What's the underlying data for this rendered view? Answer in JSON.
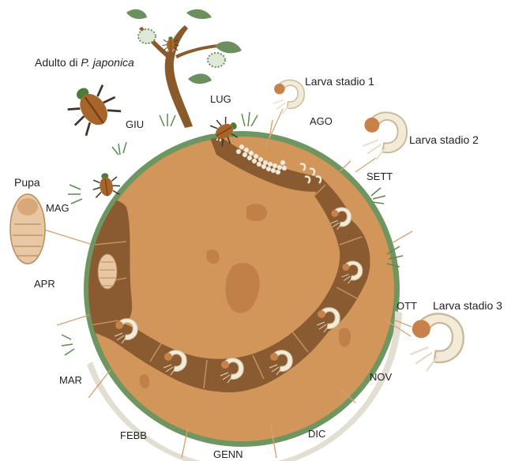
{
  "months": {
    "giu": "GIU",
    "lug": "LUG",
    "ago": "AGO",
    "sett": "SETT",
    "ott": "OTT",
    "nov": "NOV",
    "dic": "DIC",
    "genn": "GENN",
    "febb": "FEBB",
    "mar": "MAR",
    "apr": "APR",
    "mag": "MAG"
  },
  "stages": {
    "adult_prefix": "Adulto di ",
    "adult_species": "P. japonica",
    "larva1": "Larva stadio 1",
    "larva2": "Larva stadio 2",
    "larva3": "Larva stadio 3",
    "pupa": "Pupa"
  },
  "colors": {
    "soil": "#D2955A",
    "soil_patch": "#C08048",
    "tunnel": "#8A5A30",
    "grass_rim": "#6E9660",
    "winter_rim": "#E3DED2",
    "larva": "#F3EBD8",
    "larva_head": "#C9814A",
    "beetle_body": "#4E7A3A",
    "beetle_wings": "#A8652A",
    "leaf": "#6C8F5E",
    "trunk": "#8B5A2B",
    "tick": "#D9A070"
  }
}
